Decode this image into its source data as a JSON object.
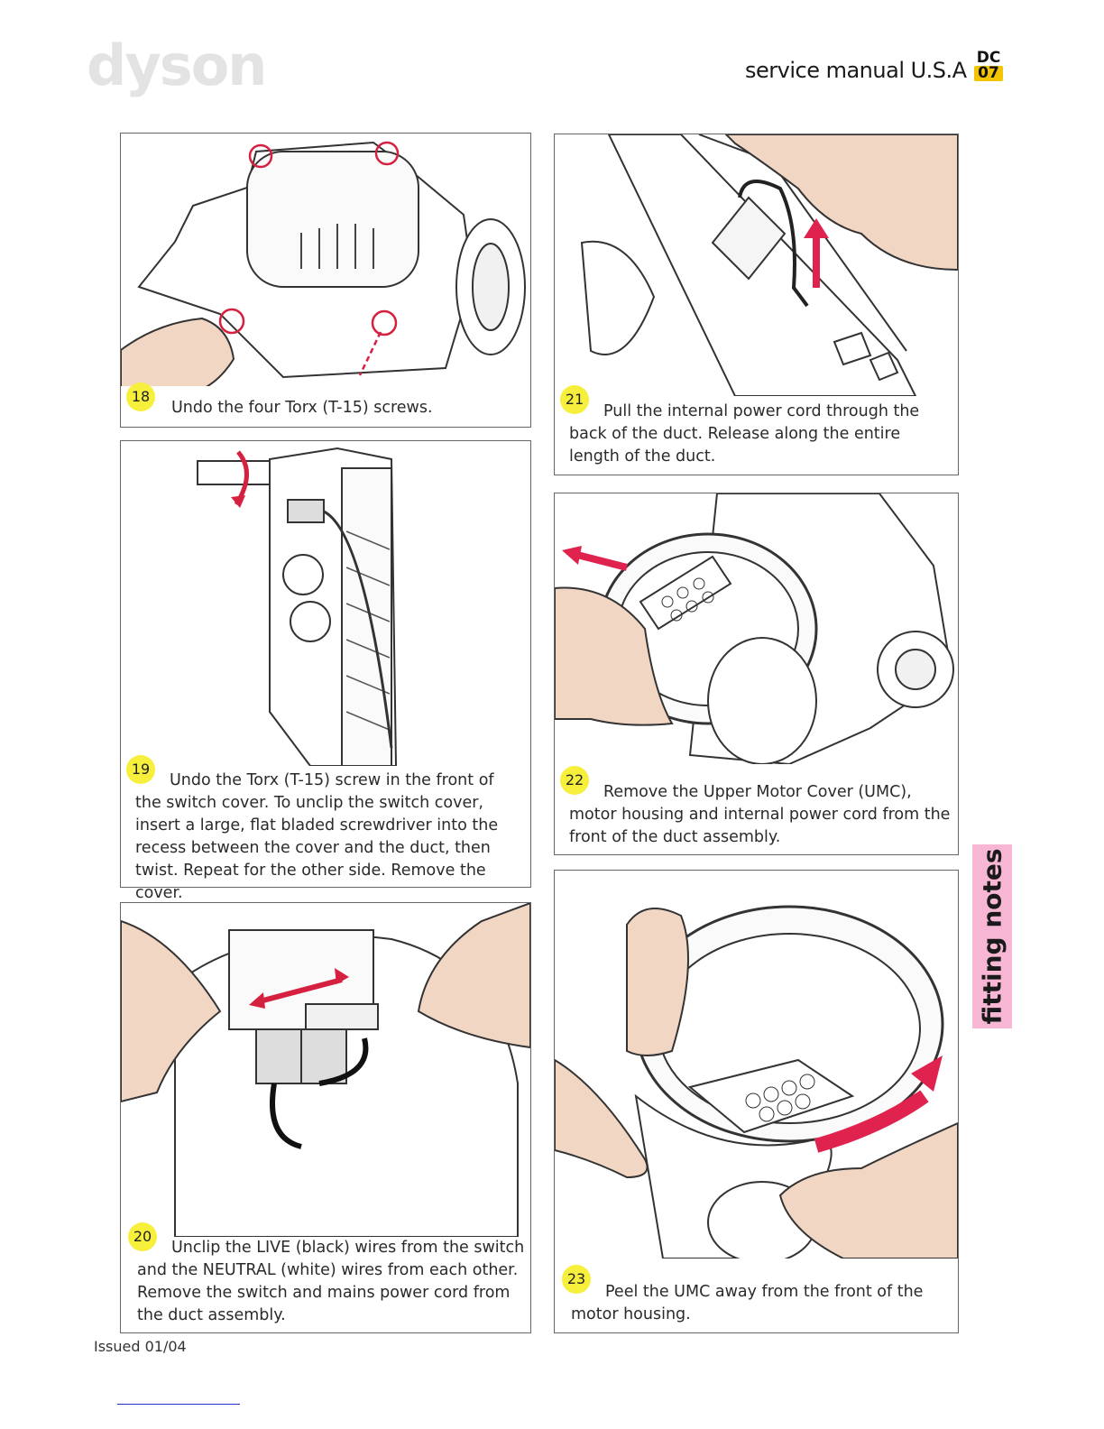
{
  "header": {
    "logo": "dyson",
    "title": "service manual U.S.A",
    "badge_top": "DC",
    "badge_bottom": "07"
  },
  "steps": [
    {
      "number": "18",
      "text": "Undo the four Torx (T-15) screws."
    },
    {
      "number": "19",
      "text": "Undo the Torx (T-15) screw in the front of the switch cover. To unclip the switch cover, insert a large, flat bladed screwdriver into the recess between the cover and the duct, then twist. Repeat for the other side. Remove the cover."
    },
    {
      "number": "20",
      "text": "Unclip the LIVE (black) wires from the switch and the NEUTRAL (white) wires from each other. Remove the switch and mains power cord from the duct assembly."
    },
    {
      "number": "21",
      "text": "Pull the internal power cord through the back of the duct. Release along the entire length of the duct."
    },
    {
      "number": "22",
      "text": "Remove the Upper Motor Cover (UMC), motor housing and internal power cord from the front of the duct assembly."
    },
    {
      "number": "23",
      "text": "Peel the UMC away from the front of the motor housing."
    }
  ],
  "side_tab": "fitting notes",
  "footer": "Issued 01/04",
  "colors": {
    "step_badge": "#f6ef3c",
    "arrow": "#e0234e",
    "side_tab": "#f7b7d4",
    "badge": "#f4c400",
    "skin": "#f2d6c4"
  }
}
